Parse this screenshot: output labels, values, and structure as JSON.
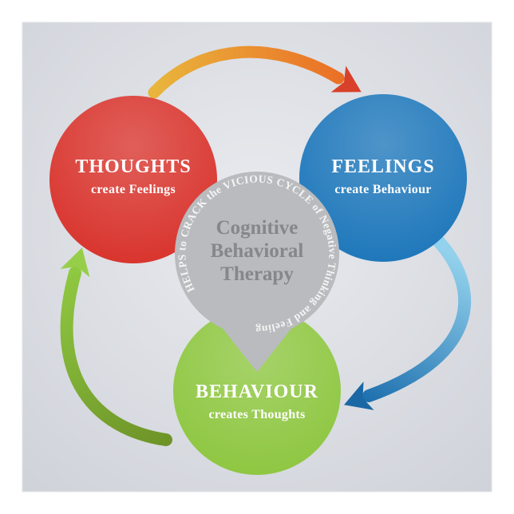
{
  "diagram": {
    "center_circle": {
      "line1": "Cognitive",
      "line2": "Behavioral",
      "line3": "Therapy",
      "ring_text": "HELPS to CRACK the VICIOUS CYCLE of Negative Thinking and Feeling"
    },
    "nodes": {
      "thoughts": {
        "title": "THOUGHTS",
        "subtitle": "create Feelings"
      },
      "feelings": {
        "title": "FEELINGS",
        "subtitle": "create Behaviour"
      },
      "behaviour": {
        "title": "BEHAVIOUR",
        "subtitle": "creates Thoughts"
      }
    },
    "colors": {
      "thoughts_red": "#d8322b",
      "feelings_blue": "#1c76ba",
      "behaviour_green": "#8dc63f",
      "center_gray": "#b9bbbe",
      "center_text": "#85878a",
      "ring_text": "#f4f5f5",
      "node_text": "#ffffff",
      "poster_light": "#e9ebef",
      "poster_dark": "#ced1d8",
      "arrow_orange_start": "#e9b53c",
      "arrow_orange_end": "#ea6c25",
      "arrow_orange_head": "#d8402a",
      "arrow_blue_start": "#93d2ed",
      "arrow_blue_end": "#1d6fae",
      "arrow_blue_head": "#1a67a5",
      "arrow_green_start": "#6e9428",
      "arrow_green_end": "#8fc841",
      "arrow_green_head": "#97ce49"
    }
  }
}
